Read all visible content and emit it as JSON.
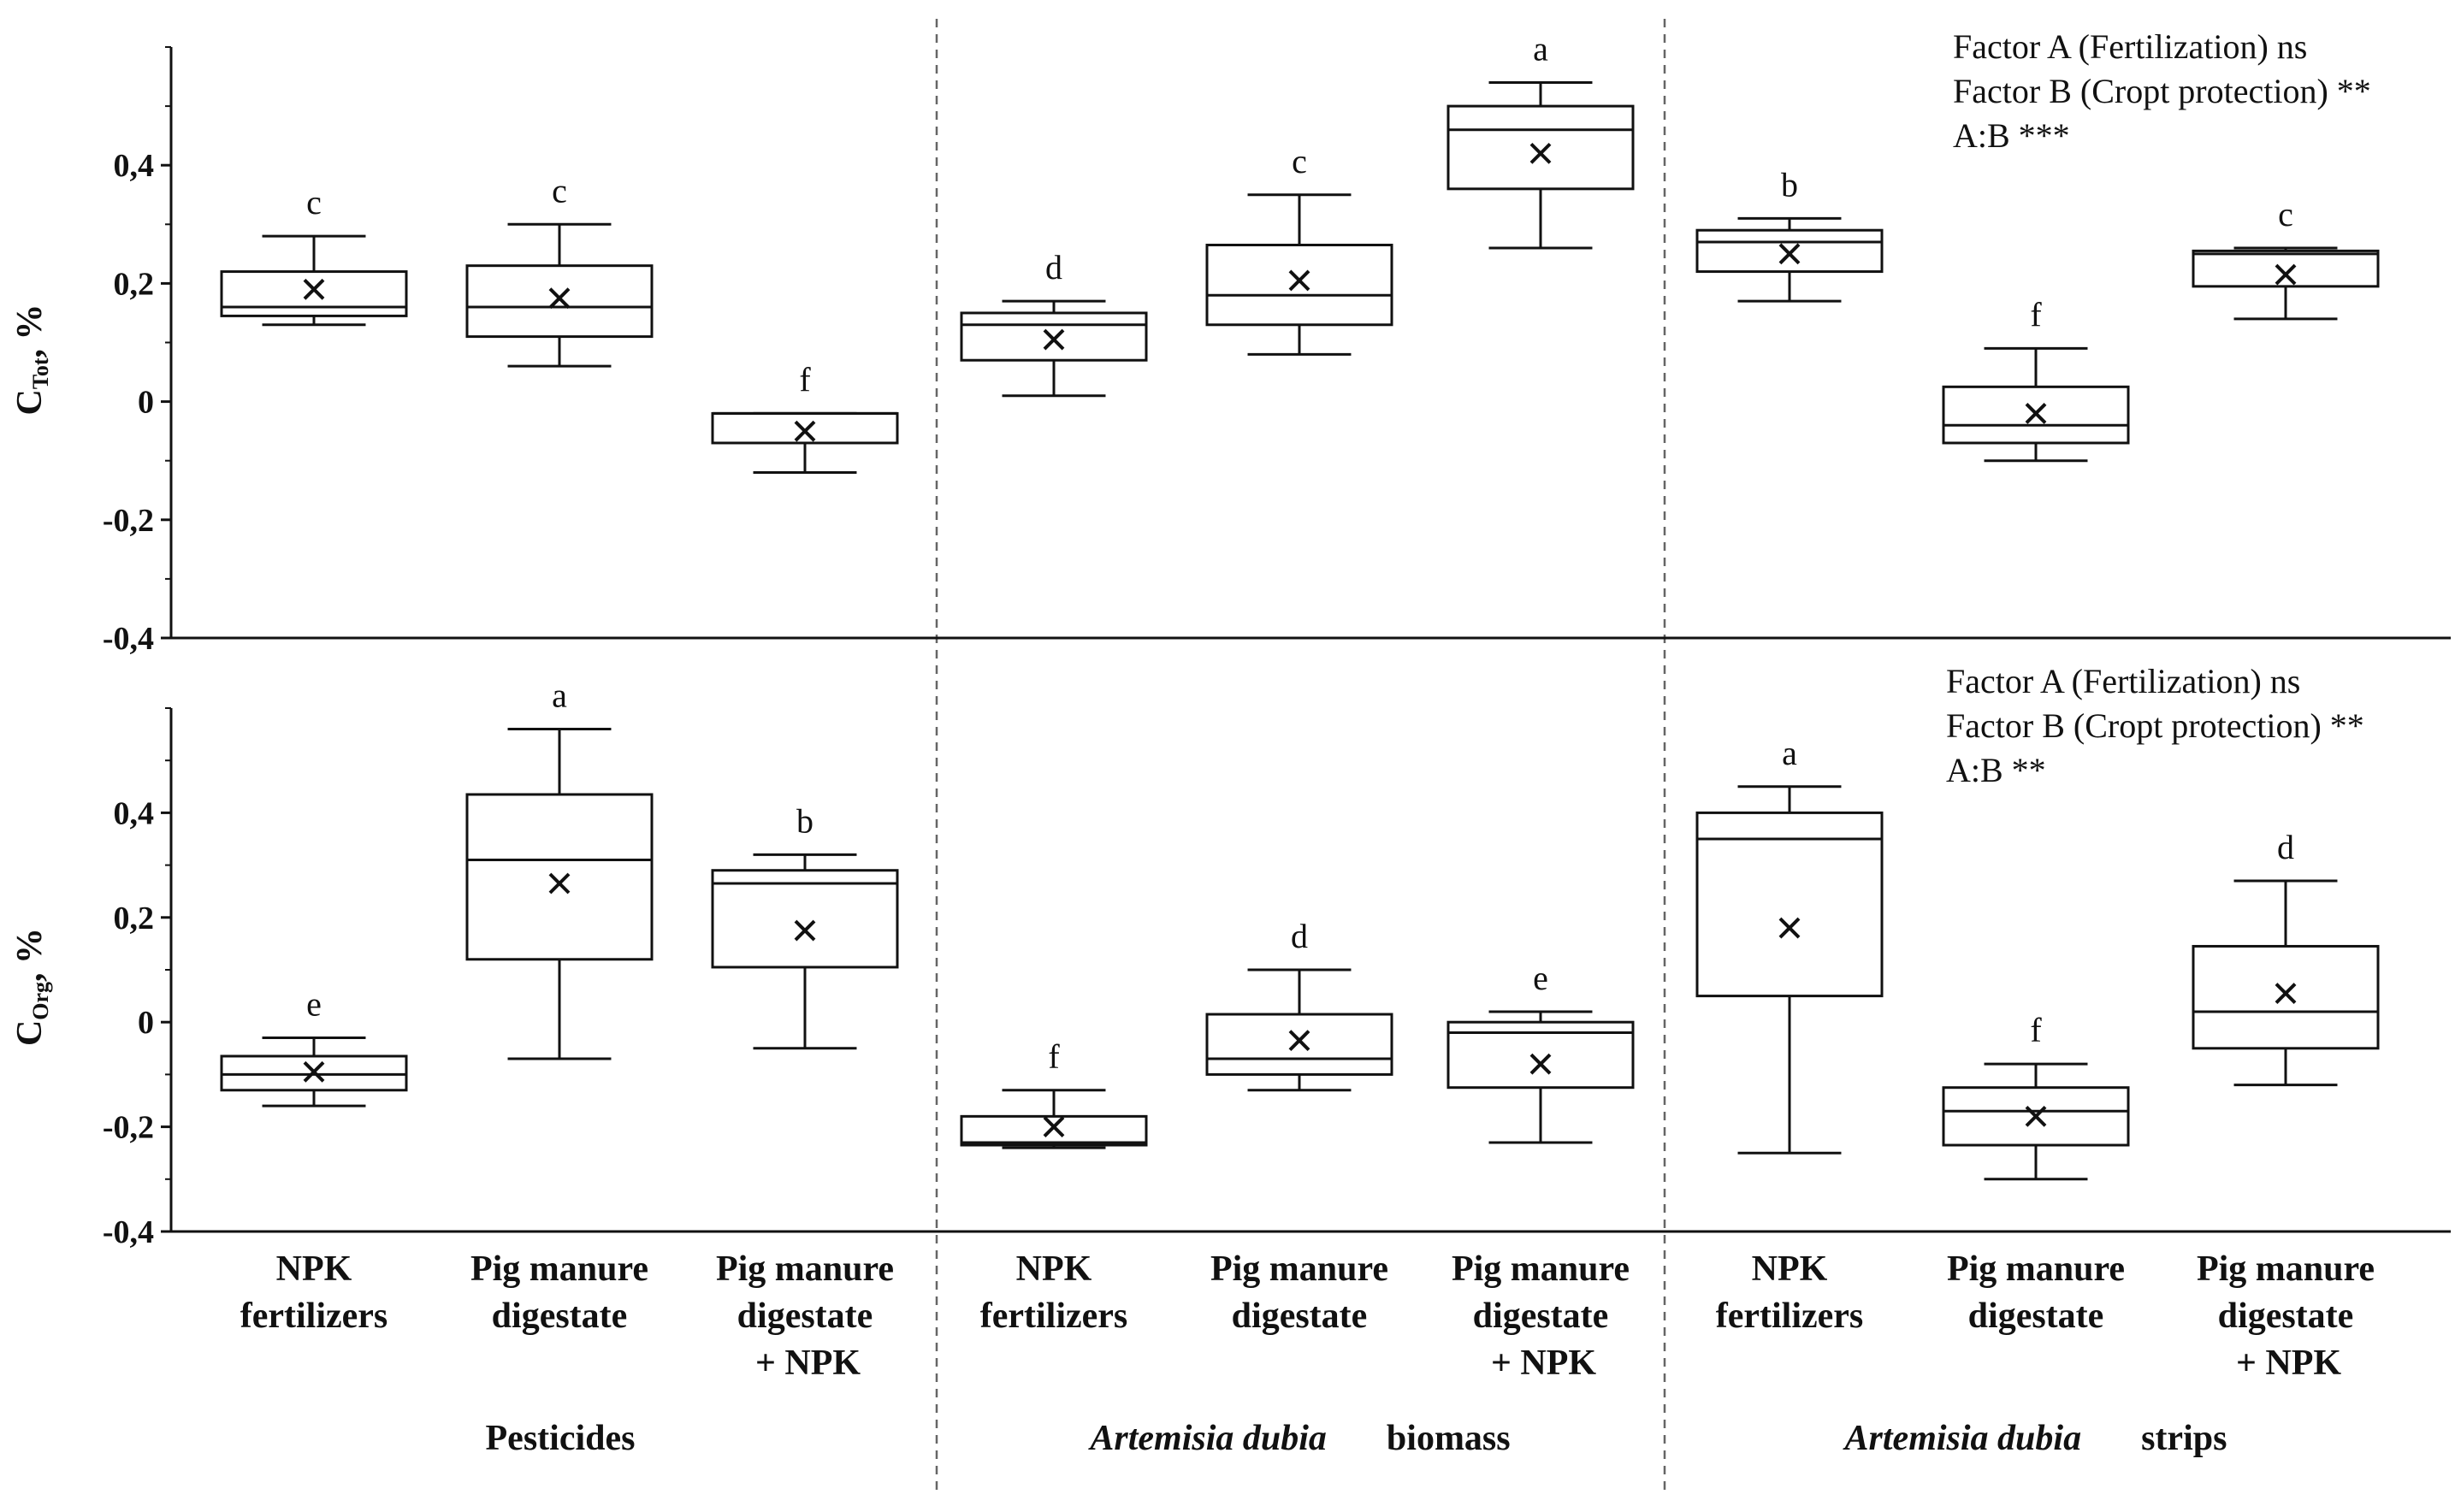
{
  "chart_data": {
    "type": "box",
    "panels": [
      {
        "id": "top",
        "ylabel_main": "C",
        "ylabel_sub": "Tot",
        "ylabel_unit": ", %",
        "ylim": [
          -0.4,
          0.6
        ],
        "yticks": [
          -0.4,
          -0.2,
          0,
          0.2,
          0.4
        ],
        "yticklabels": [
          "-0,4",
          "-0,2",
          "0",
          "0,2",
          "0,4"
        ],
        "stats": [
          "Factor A (Fertilization) ns",
          "Factor B (Cropt protection) **",
          "A:B ***"
        ],
        "boxes": [
          {
            "min": 0.13,
            "q1": 0.145,
            "median": 0.16,
            "q3": 0.22,
            "max": 0.28,
            "mean": 0.19,
            "letter": "c"
          },
          {
            "min": 0.06,
            "q1": 0.11,
            "median": 0.16,
            "q3": 0.23,
            "max": 0.3,
            "mean": 0.175,
            "letter": "c"
          },
          {
            "min": -0.12,
            "q1": -0.07,
            "median": -0.02,
            "q3": -0.02,
            "max": -0.02,
            "mean": -0.05,
            "letter": "f"
          },
          {
            "min": 0.01,
            "q1": 0.07,
            "median": 0.13,
            "q3": 0.15,
            "max": 0.17,
            "mean": 0.105,
            "letter": "d"
          },
          {
            "min": 0.08,
            "q1": 0.13,
            "median": 0.18,
            "q3": 0.265,
            "max": 0.35,
            "mean": 0.205,
            "letter": "c"
          },
          {
            "min": 0.26,
            "q1": 0.36,
            "median": 0.46,
            "q3": 0.5,
            "max": 0.54,
            "mean": 0.42,
            "letter": "a"
          },
          {
            "min": 0.17,
            "q1": 0.22,
            "median": 0.27,
            "q3": 0.29,
            "max": 0.31,
            "mean": 0.25,
            "letter": "b"
          },
          {
            "min": -0.1,
            "q1": -0.07,
            "median": -0.04,
            "q3": 0.025,
            "max": 0.09,
            "mean": -0.02,
            "letter": "f"
          },
          {
            "min": 0.14,
            "q1": 0.195,
            "median": 0.25,
            "q3": 0.255,
            "max": 0.26,
            "mean": 0.215,
            "letter": "c"
          }
        ]
      },
      {
        "id": "bottom",
        "ylabel_main": "C",
        "ylabel_sub": "Org",
        "ylabel_unit": ", %",
        "ylim": [
          -0.4,
          0.6
        ],
        "yticks": [
          -0.4,
          -0.2,
          0,
          0.2,
          0.4
        ],
        "yticklabels": [
          "-0,4",
          "-0,2",
          "0",
          "0,2",
          "0,4"
        ],
        "stats": [
          "Factor A (Fertilization) ns",
          "Factor B (Cropt protection) **",
          "A:B **"
        ],
        "boxes": [
          {
            "min": -0.16,
            "q1": -0.13,
            "median": -0.1,
            "q3": -0.065,
            "max": -0.03,
            "mean": -0.095,
            "letter": "e"
          },
          {
            "min": -0.07,
            "q1": 0.12,
            "median": 0.31,
            "q3": 0.435,
            "max": 0.56,
            "mean": 0.265,
            "letter": "a"
          },
          {
            "min": -0.05,
            "q1": 0.105,
            "median": 0.265,
            "q3": 0.29,
            "max": 0.32,
            "mean": 0.175,
            "letter": "b"
          },
          {
            "min": -0.24,
            "q1": -0.235,
            "median": -0.23,
            "q3": -0.18,
            "max": -0.13,
            "mean": -0.2,
            "letter": "f"
          },
          {
            "min": -0.13,
            "q1": -0.1,
            "median": -0.07,
            "q3": 0.015,
            "max": 0.1,
            "mean": -0.035,
            "letter": "d"
          },
          {
            "min": -0.23,
            "q1": -0.125,
            "median": -0.02,
            "q3": 0.0,
            "max": 0.02,
            "mean": -0.08,
            "letter": "e"
          },
          {
            "min": -0.25,
            "q1": 0.05,
            "median": 0.35,
            "q3": 0.4,
            "max": 0.45,
            "mean": 0.18,
            "letter": "a"
          },
          {
            "min": -0.3,
            "q1": -0.235,
            "median": -0.17,
            "q3": -0.125,
            "max": -0.08,
            "mean": -0.18,
            "letter": "f"
          },
          {
            "min": -0.12,
            "q1": -0.05,
            "median": 0.02,
            "q3": 0.145,
            "max": 0.27,
            "mean": 0.055,
            "letter": "d"
          }
        ]
      }
    ],
    "categories": [
      [
        "NPK",
        "fertilizers"
      ],
      [
        "Pig manure",
        "digestate"
      ],
      [
        "Pig manure",
        "digestate",
        "+ NPK"
      ],
      [
        "NPK",
        "fertilizers"
      ],
      [
        "Pig manure",
        "digestate"
      ],
      [
        "Pig manure",
        "digestate",
        "+ NPK"
      ],
      [
        "NPK",
        "fertilizers"
      ],
      [
        "Pig manure",
        "digestate"
      ],
      [
        "Pig manure",
        "digestate",
        "+ NPK"
      ]
    ],
    "groups": [
      {
        "italic": "",
        "normal": "Pesticides"
      },
      {
        "italic": "Artemisia dubia",
        "normal": "biomass"
      },
      {
        "italic": "Artemisia dubia",
        "normal": "strips"
      }
    ],
    "grid": false,
    "mean_marker": "x"
  }
}
